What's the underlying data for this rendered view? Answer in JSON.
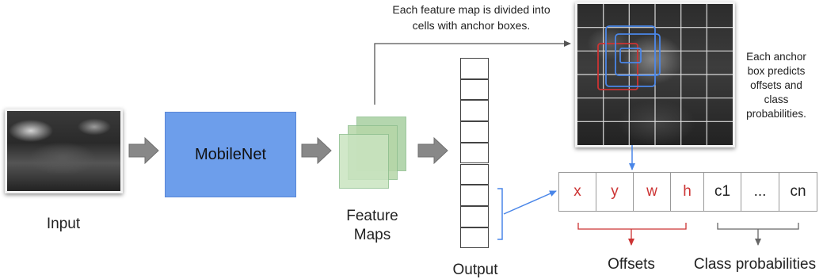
{
  "labels": {
    "input": "Input",
    "mobilenet": "MobileNet",
    "feature_maps_line1": "Feature",
    "feature_maps_line2": "Maps",
    "output": "Output",
    "top_note_line1": "Each feature map is divided into",
    "top_note_line2": "cells with anchor boxes.",
    "side_note_line1": "Each anchor",
    "side_note_line2": "box predicts",
    "side_note_line3": "offsets and",
    "side_note_line4": "class",
    "side_note_line5": "probabilities.",
    "offsets": "Offsets",
    "class_probabilities": "Class probabilities"
  },
  "prediction_cells": [
    {
      "text": "x",
      "group": "offset"
    },
    {
      "text": "y",
      "group": "offset"
    },
    {
      "text": "w",
      "group": "offset"
    },
    {
      "text": "h",
      "group": "offset"
    },
    {
      "text": "c1",
      "group": "class"
    },
    {
      "text": "...",
      "group": "class"
    },
    {
      "text": "cn",
      "group": "class"
    }
  ],
  "colors": {
    "mobilenet_fill": "#6d9eeb",
    "feature_map_fill": "#b6d7a8",
    "offset_red": "#cc3333",
    "arrow_blue": "#4a86e8",
    "flow_arrow_gray": "#888888",
    "class_bracket_gray": "#666666"
  },
  "icons": {
    "flow_arrow": "right-block-arrow",
    "input_image": "grayscale-camera-frame",
    "feature_image": "grayscale-frame-with-grid-and-anchor-boxes"
  }
}
